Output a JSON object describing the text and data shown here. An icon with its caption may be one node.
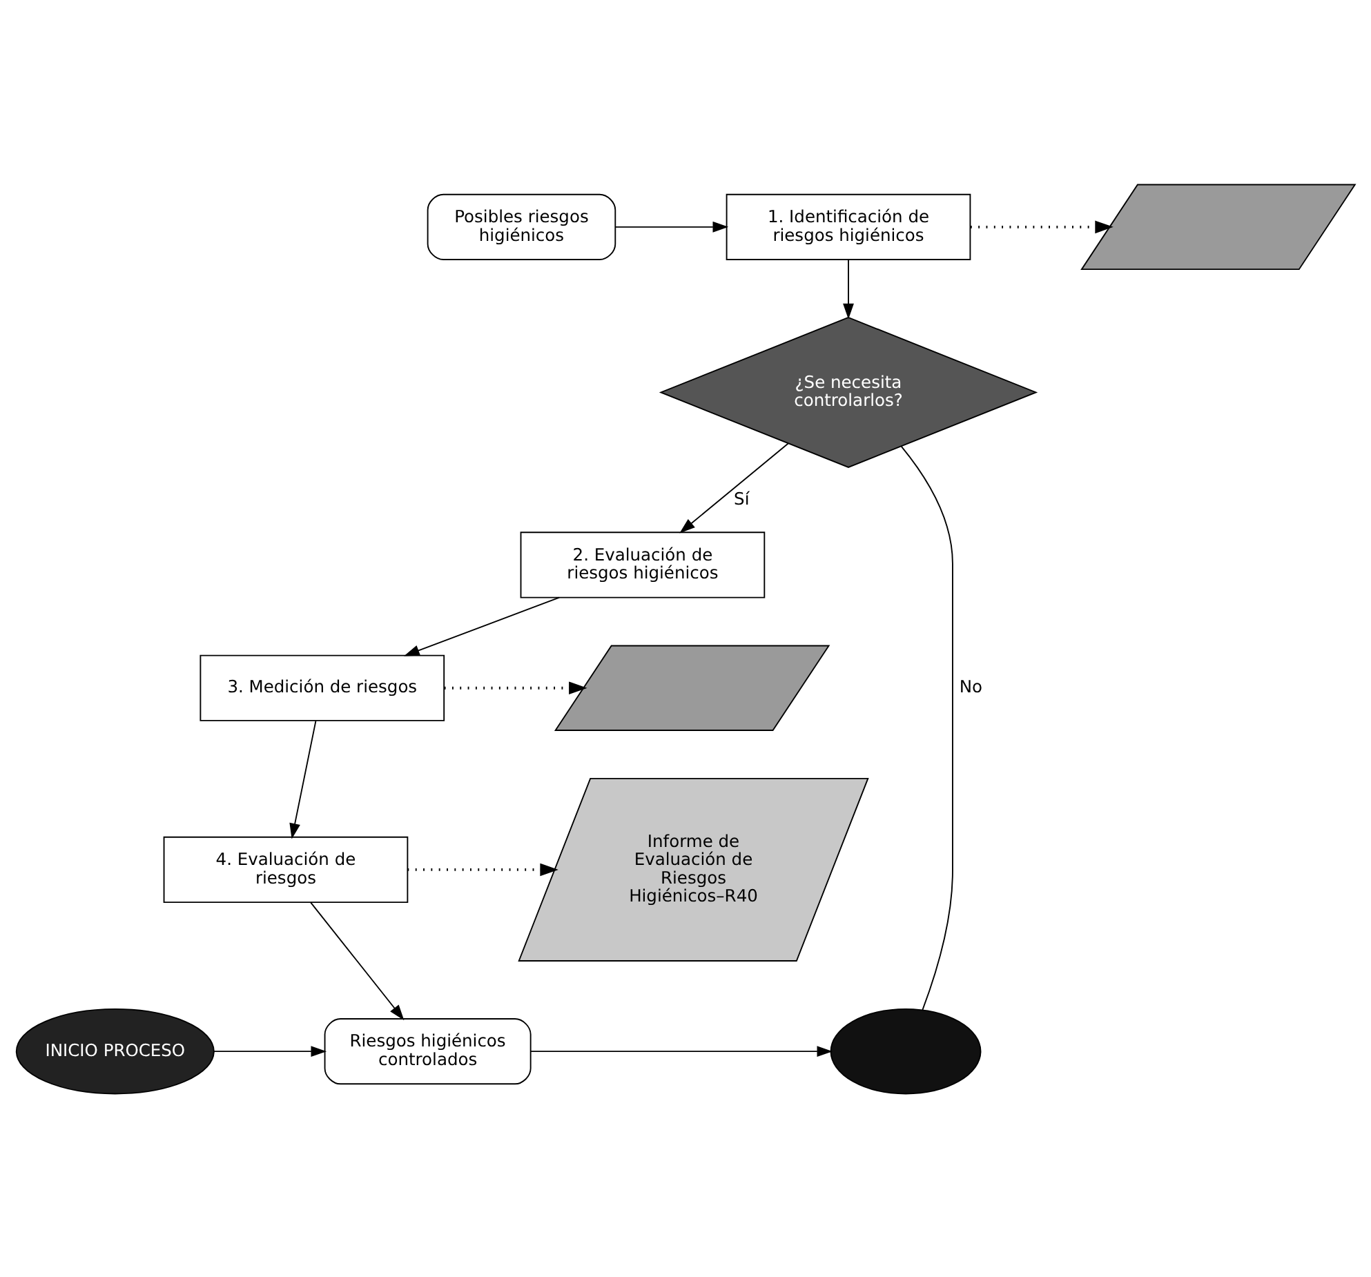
{
  "diagram": {
    "nodes": [
      {
        "text": [
          "Posibles riesgos higiénicos"
        ]
      },
      {
        "text": [
          "1. Identificación de riesgos higiénicos"
        ]
      },
      {
        "text": [],
        "shape": "parallelogram"
      },
      {
        "text": [
          "¿Se necesita controlarlos?"
        ]
      },
      {
        "text": [
          "2. Evaluación de riesgos higiénicos"
        ]
      },
      {
        "text": [
          "3. Medición de riesgos"
        ]
      },
      {
        "text": [],
        "shape": "parallelogram"
      },
      {
        "text": [
          "4. Evaluación de riesgos"
        ]
      },
      {
        "text": [
          "Informe de Evaluación de Riesgos Higiénicos–R40"
        ]
      },
      {
        "text": [],
        "shape": "ellipse"
      },
      {
        "text": [
          "Riesgos higiénicos controlados"
        ]
      },
      {
        "text": [
          "INICIO PROCESO"
        ]
      }
    ],
    "edges": [
      {
        "from": 0,
        "to": 1,
        "arrow": "to"
      },
      {
        "from": 1,
        "to": 2,
        "arrow": "to",
        "style": "dashed"
      },
      {
        "from": 1,
        "to": 3,
        "arrow": "to"
      },
      {
        "from": 3,
        "to": 9,
        "arrow": "none",
        "label": "No"
      },
      {
        "from": 3,
        "to": 4,
        "arrow": "to",
        "label": "Sí"
      },
      {
        "from": 4,
        "to": 5,
        "arrow": "to"
      },
      {
        "from": 5,
        "to": 6,
        "arrow": "to",
        "style": "dashed"
      },
      {
        "from": 5,
        "to": 7,
        "arrow": "to"
      },
      {
        "from": 7,
        "to": 8,
        "arrow": "to",
        "style": "dashed"
      },
      {
        "from": 7,
        "to": 10,
        "arrow": "to"
      },
      {
        "from": 10,
        "to": 9,
        "arrow": "to"
      },
      {
        "from": 11,
        "to": 10,
        "arrow": "to"
      }
    ]
  }
}
